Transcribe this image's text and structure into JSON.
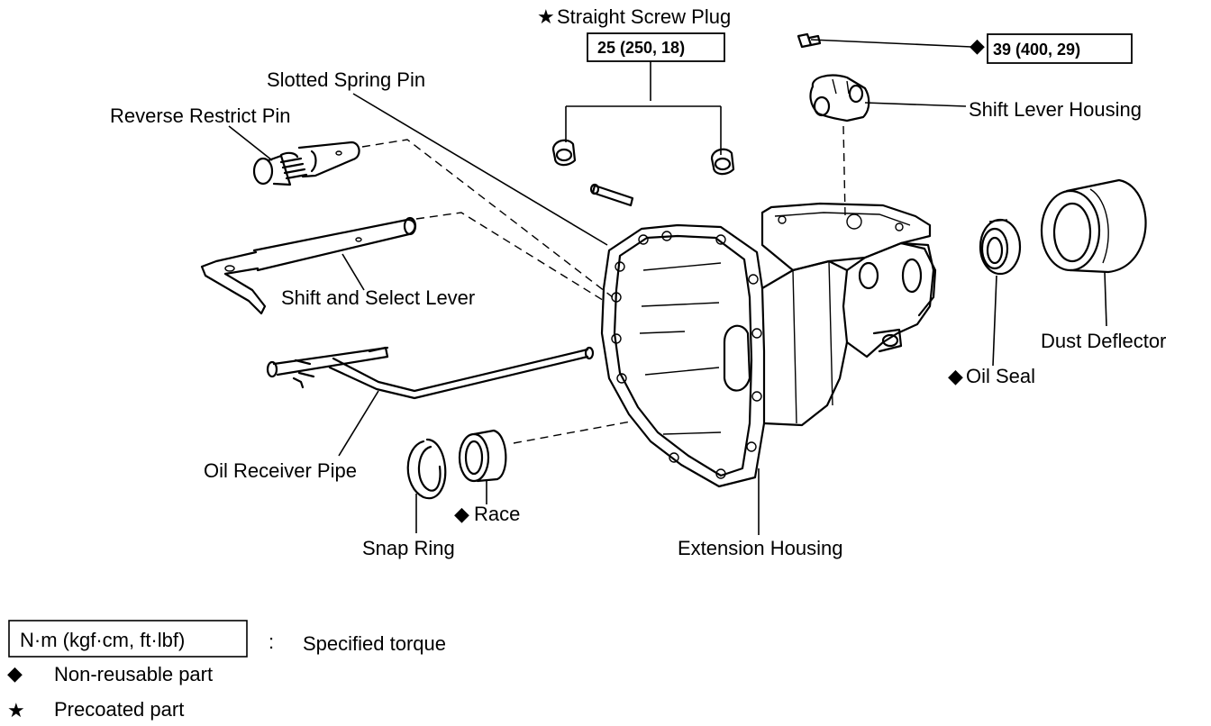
{
  "labels": {
    "straight_screw_plug": "Straight Screw Plug",
    "slotted_spring_pin": "Slotted Spring Pin",
    "reverse_restrict_pin": "Reverse Restrict Pin",
    "shift_and_select_lever": "Shift and Select Lever",
    "oil_receiver_pipe": "Oil Receiver Pipe",
    "snap_ring": "Snap Ring",
    "race": "Race",
    "extension_housing": "Extension Housing",
    "shift_lever_housing": "Shift Lever Housing",
    "oil_seal": "Oil Seal",
    "dust_deflector": "Dust Deflector"
  },
  "torque": {
    "plug": "25 (250, 18)",
    "housing_bolt": "39 (400, 29)"
  },
  "legend": {
    "torque_unit": "N·m (kgf·cm, ft·lbf)",
    "separator": ":",
    "torque_desc": "Specified torque",
    "nonreusable_desc": "Non-reusable part",
    "precoated_desc": "Precoated part"
  },
  "symbols": {
    "star": "★",
    "diamond": "◆"
  }
}
